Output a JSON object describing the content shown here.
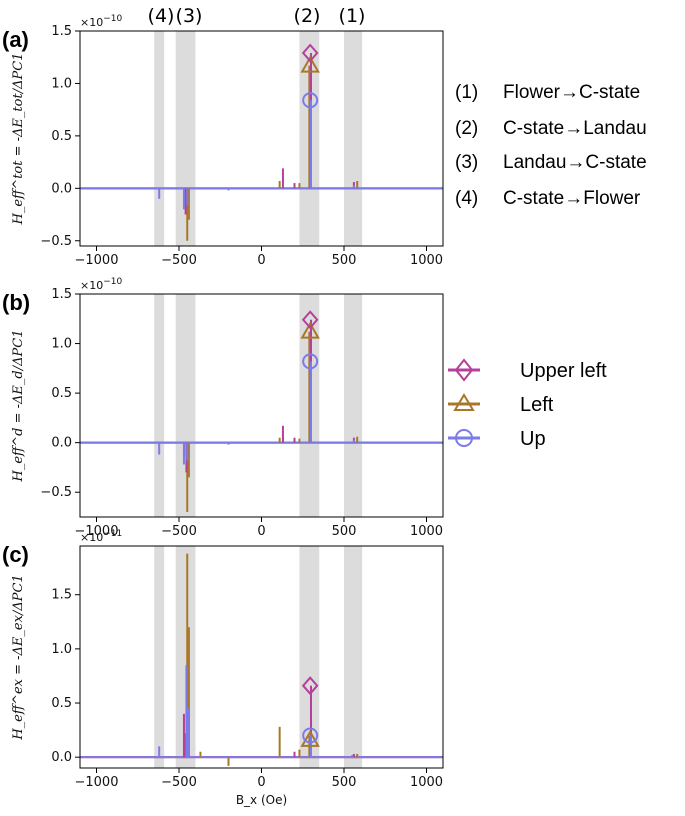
{
  "transitions": [
    {
      "num": "(1)",
      "text": "Flower→C-state"
    },
    {
      "num": "(2)",
      "text": "C-state→Landau"
    },
    {
      "num": "(3)",
      "text": "Landau→C-state"
    },
    {
      "num": "(4)",
      "text": "C-state→Flower"
    }
  ],
  "region_labels": [
    "(4)",
    "(3)",
    "(2)",
    "(1)"
  ],
  "legend": [
    {
      "label": "Upper left",
      "color": "#b4409c",
      "marker": "diamond"
    },
    {
      "label": "Left",
      "color": "#a87828",
      "marker": "triangle"
    },
    {
      "label": "Up",
      "color": "#7b7bea",
      "marker": "circle"
    }
  ],
  "shaded_regions": [
    [
      -650,
      -590
    ],
    [
      -520,
      -400
    ],
    [
      230,
      350
    ],
    [
      500,
      610
    ]
  ],
  "chart_data": [
    {
      "type": "line",
      "panel_label": "(a)",
      "ylabel": "H_eff^tot = -ΔE_tot/ΔPC1",
      "xlabel": "",
      "multiplier": "×10",
      "multiplier_exp": "−10",
      "xlim": [
        -1100,
        1100
      ],
      "ylim": [
        -0.55,
        1.5
      ],
      "xticks": [
        -1000,
        -500,
        0,
        500,
        1000
      ],
      "yticks": [
        -0.5,
        0.0,
        0.5,
        1.0,
        1.5
      ],
      "ytick_labels": [
        "−0.5",
        "0.0",
        "0.5",
        "1.0",
        "1.5"
      ],
      "series": [
        {
          "name": "Upper left",
          "spikes": [
            [
              -460,
              -0.25
            ],
            [
              -455,
              -0.12
            ],
            [
              130,
              0.19
            ],
            [
              200,
              0.05
            ],
            [
              300,
              1.29
            ],
            [
              560,
              0.06
            ]
          ],
          "marker_at": [
            295,
            1.29
          ]
        },
        {
          "name": "Left",
          "spikes": [
            [
              -450,
              -0.5
            ],
            [
              -440,
              -0.3
            ],
            [
              110,
              0.07
            ],
            [
              230,
              0.05
            ],
            [
              290,
              1.17
            ],
            [
              580,
              0.07
            ]
          ],
          "marker_at": [
            295,
            1.17
          ]
        },
        {
          "name": "Up",
          "spikes": [
            [
              -620,
              -0.1
            ],
            [
              -470,
              -0.2
            ],
            [
              -450,
              -0.16
            ],
            [
              -200,
              -0.02
            ],
            [
              300,
              0.84
            ],
            [
              560,
              0.03
            ]
          ],
          "marker_at": [
            295,
            0.84
          ]
        }
      ]
    },
    {
      "type": "line",
      "panel_label": "(b)",
      "ylabel": "H_eff^d = -ΔE_d/ΔPC1",
      "xlabel": "",
      "multiplier": "×10",
      "multiplier_exp": "−10",
      "xlim": [
        -1100,
        1100
      ],
      "ylim": [
        -0.75,
        1.5
      ],
      "xticks": [
        -1000,
        -500,
        0,
        500,
        1000
      ],
      "yticks": [
        -0.5,
        0.0,
        0.5,
        1.0,
        1.5
      ],
      "ytick_labels": [
        "−0.5",
        "0.0",
        "0.5",
        "1.0",
        "1.5"
      ],
      "series": [
        {
          "name": "Upper left",
          "spikes": [
            [
              -470,
              -0.12
            ],
            [
              -455,
              -0.3
            ],
            [
              130,
              0.17
            ],
            [
              200,
              0.05
            ],
            [
              300,
              1.24
            ],
            [
              560,
              0.05
            ]
          ],
          "marker_at": [
            295,
            1.24
          ]
        },
        {
          "name": "Left",
          "spikes": [
            [
              -450,
              -0.7
            ],
            [
              -440,
              -0.35
            ],
            [
              110,
              0.05
            ],
            [
              230,
              0.04
            ],
            [
              290,
              1.12
            ],
            [
              580,
              0.06
            ]
          ],
          "marker_at": [
            295,
            1.12
          ]
        },
        {
          "name": "Up",
          "spikes": [
            [
              -620,
              -0.12
            ],
            [
              -470,
              -0.22
            ],
            [
              -450,
              -0.18
            ],
            [
              -200,
              -0.02
            ],
            [
              300,
              0.82
            ],
            [
              560,
              0.03
            ]
          ],
          "marker_at": [
            295,
            0.82
          ]
        }
      ]
    },
    {
      "type": "line",
      "panel_label": "(c)",
      "ylabel": "H_eff^ex = -ΔE_ex/ΔPC1",
      "xlabel": "B_x (Oe)",
      "multiplier": "×10",
      "multiplier_exp": "−11",
      "xlim": [
        -1100,
        1100
      ],
      "ylim": [
        -0.1,
        1.95
      ],
      "xticks": [
        -1000,
        -500,
        0,
        500,
        1000
      ],
      "yticks": [
        0.0,
        0.5,
        1.0,
        1.5
      ],
      "ytick_labels": [
        "0.0",
        "0.5",
        "1.0",
        "1.5"
      ],
      "series": [
        {
          "name": "Upper left",
          "spikes": [
            [
              -470,
              0.4
            ],
            [
              -460,
              0.22
            ],
            [
              200,
              0.05
            ],
            [
              300,
              0.66
            ],
            [
              560,
              0.03
            ]
          ],
          "marker_at": [
            295,
            0.66
          ]
        },
        {
          "name": "Left",
          "spikes": [
            [
              -450,
              1.88
            ],
            [
              -440,
              1.2
            ],
            [
              -370,
              0.05
            ],
            [
              -200,
              -0.08
            ],
            [
              110,
              0.28
            ],
            [
              230,
              0.07
            ],
            [
              290,
              0.2
            ],
            [
              580,
              0.03
            ]
          ],
          "marker_at": [
            295,
            0.16
          ]
        },
        {
          "name": "Up",
          "spikes": [
            [
              -620,
              0.1
            ],
            [
              -455,
              0.85
            ],
            [
              -445,
              0.45
            ],
            [
              300,
              0.2
            ],
            [
              550,
              0.02
            ]
          ],
          "marker_at": [
            295,
            0.2
          ]
        }
      ]
    }
  ]
}
